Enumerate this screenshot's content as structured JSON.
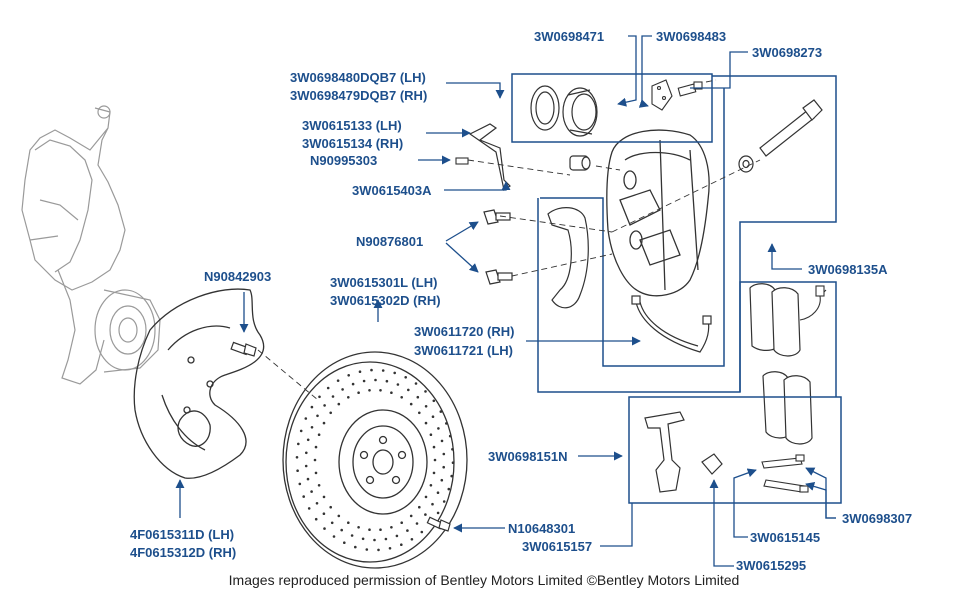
{
  "labels": {
    "p3W0698471": "3W0698471",
    "p3W0698483": "3W0698483",
    "p3W0698273": "3W0698273",
    "p3W0698480": "3W0698480DQB7 (LH)",
    "p3W0698479": "3W0698479DQB7 (RH)",
    "p3W0615133": "3W0615133 (LH)",
    "p3W0615134": "3W0615134 (RH)",
    "pN90995303": "N90995303",
    "p3W0615403A": "3W0615403A",
    "pN90876801": "N90876801",
    "pN90842903": "N90842903",
    "p3W0615301L": "3W0615301L (LH)",
    "p3W0615302D": "3W0615302D (RH)",
    "p3W0698135A": "3W0698135A",
    "p3W0611720": "3W0611720 (RH)",
    "p3W0611721": "3W0611721 (LH)",
    "p3W0698151N": "3W0698151N",
    "pN10648301": "N10648301",
    "p3W0615157": "3W0615157",
    "p3W0615145": "3W0615145",
    "p3W0698307": "3W0698307",
    "p3W0615295": "3W0615295",
    "p4F0615311D": "4F0615311D (LH)",
    "p4F0615312D": "4F0615312D (RH)"
  },
  "caption": "Images reproduced permission of Bentley Motors Limited ©Bentley Motors Limited",
  "colors": {
    "label": "#1d4f8c",
    "leader": "#1d4f8c",
    "drawing": "#333333",
    "knuckle": "#9a9a9a"
  }
}
